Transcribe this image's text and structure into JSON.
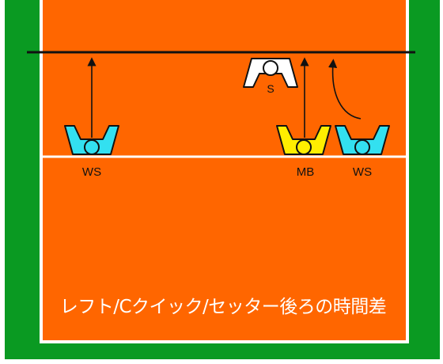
{
  "caption": "レフト/Cクイック/セッター後ろの時間差",
  "colors": {
    "outer": "#0a9a22",
    "court": "#ff6600",
    "line": "#ffffff",
    "net": "#111111",
    "ws": "#33e0f0",
    "mb": "#ffee00",
    "setter": "#ffffff"
  },
  "players": [
    {
      "id": "ws-left",
      "label": "WS",
      "role": "ws"
    },
    {
      "id": "setter",
      "label": "S",
      "role": "setter"
    },
    {
      "id": "mb",
      "label": "MB",
      "role": "mb"
    },
    {
      "id": "ws-right",
      "label": "WS",
      "role": "ws"
    }
  ],
  "arrows": [
    {
      "from": "ws-left",
      "style": "straight"
    },
    {
      "from": "mb",
      "style": "straight"
    },
    {
      "from": "ws-right",
      "style": "curved"
    }
  ]
}
